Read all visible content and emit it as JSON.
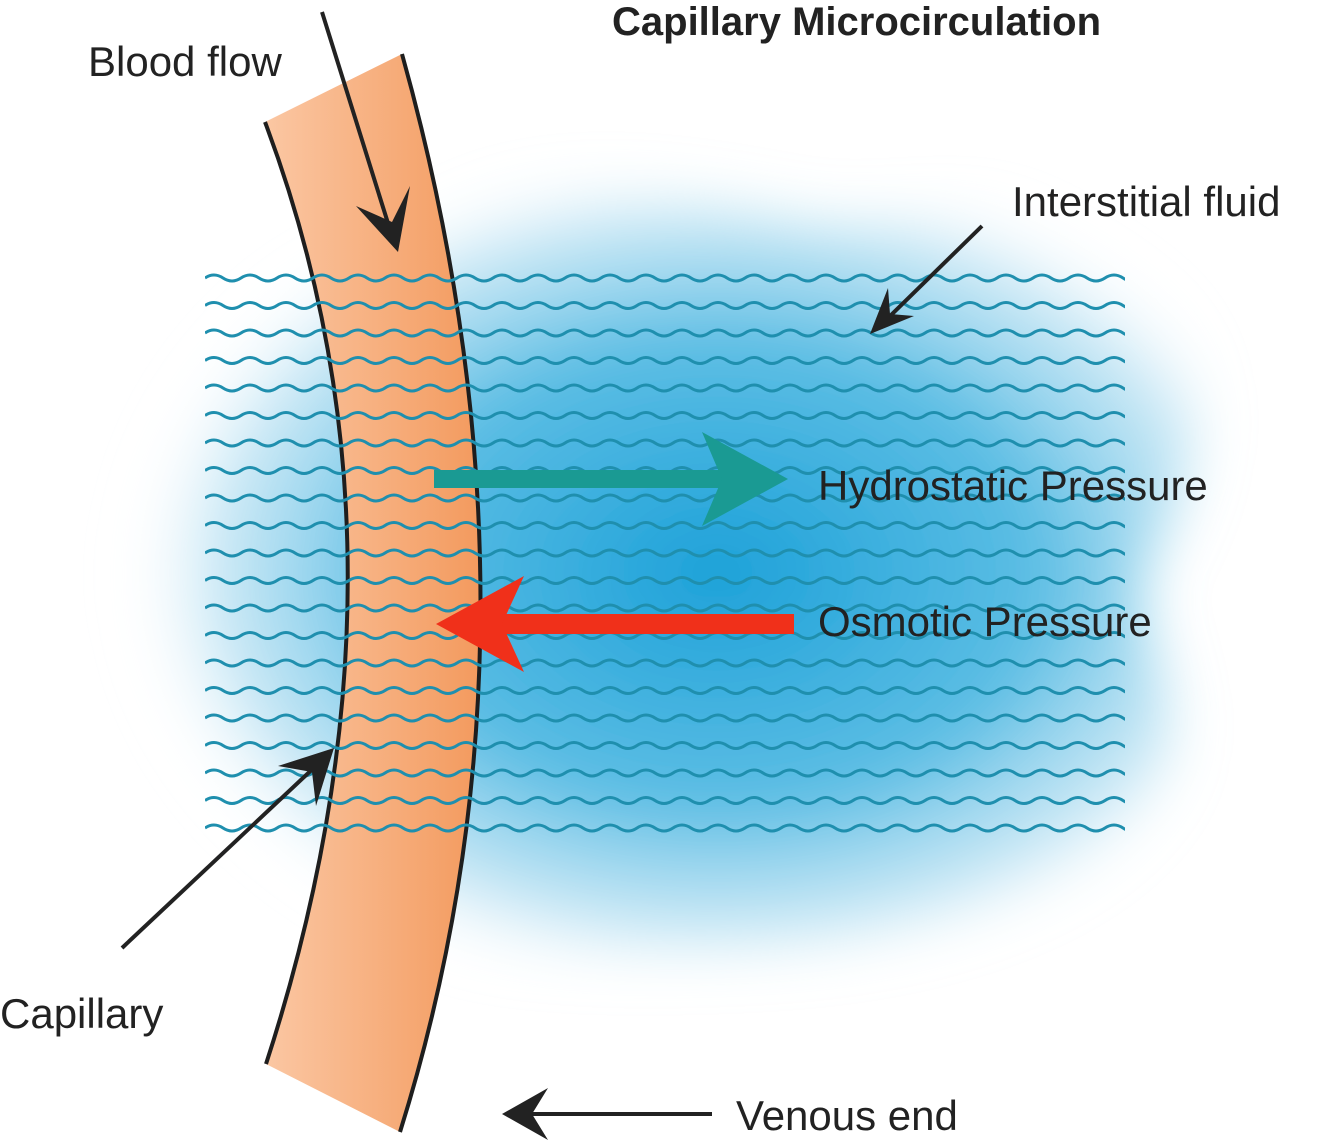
{
  "title": "Capillary Microcirculation",
  "labels": {
    "blood_flow": "Blood flow",
    "interstitial_fluid": "Interstitial fluid",
    "hydrostatic_pressure": "Hydrostatic Pressure",
    "osmotic_pressure": "Osmotic Pressure",
    "capillary": "Capillary",
    "venous_end": "Venous end"
  },
  "colors": {
    "capillary_fill_light": "#fbc7a3",
    "capillary_fill_dark": "#f39a5e",
    "interstitial_fluid_center": "#1aa0d8",
    "wave_lines": "#1f8fae",
    "hydrostatic_arrow": "#1a9a93",
    "osmotic_arrow": "#f0301a",
    "pointer_arrows": "#222222"
  }
}
